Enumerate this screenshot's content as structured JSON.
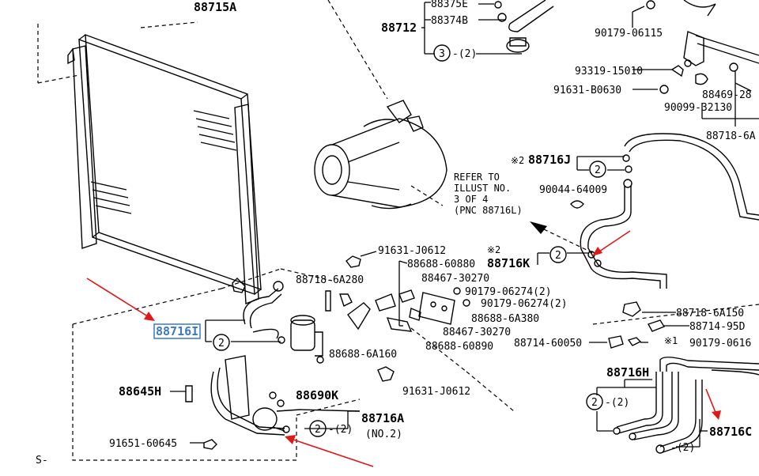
{
  "accent_color": "#e01818",
  "highlight_color": "#3a78c8",
  "labels": {
    "l88715A": "88715A",
    "l88375E": "88375E",
    "l88374B": "88374B",
    "l88712": "88712",
    "l90179_06115": "90179-06115",
    "l93319_15010": "93319-15010",
    "l91631_B0630": "91631-B0630",
    "l88469_28": "88469-28",
    "l90099_32130": "90099-32130",
    "l88718_6A": "88718-6A",
    "l88716J": "88716J",
    "l90044_64009": "90044-64009",
    "refer1": "REFER TO",
    "refer2": "ILLUST NO.",
    "refer3": "3 OF 4",
    "refer4": "(PNC 88716L)",
    "l91631_J0612a": "91631-J0612",
    "l88688_60880": "88688-60880",
    "l88716K": "88716K",
    "l88718_6A280": "88718-6A280",
    "l88467_30270a": "88467-30270",
    "l90179_06274a": "90179-06274(2)",
    "l90179_06274b": "90179-06274(2)",
    "l88688_6A380": "88688-6A380",
    "l88467_30270b": "88467-30270",
    "l88688_60890": "88688-60890",
    "l88714_60050": "88714-60050",
    "l88718_6A150": "88718-6A150",
    "l88714_95D": "88714-95D",
    "l90179_0616": "90179-0616",
    "l88716I": "88716I",
    "l88688_6A160": "88688-6A160",
    "l88645H": "88645H",
    "l88690K": "88690K",
    "l91631_J0612b": "91631-J0612",
    "l88716A": "88716A",
    "no2": "(NO.2)",
    "l91651_60645": "91651-60645",
    "l88716H": "88716H",
    "l88716C": "88716C",
    "bottom_s": "S-",
    "ref2_mark": "※2",
    "ref1_mark": "※1",
    "qty2": "-(2)",
    "circle3": "3",
    "circle2": "2",
    "qty_paren2": "(2)"
  }
}
